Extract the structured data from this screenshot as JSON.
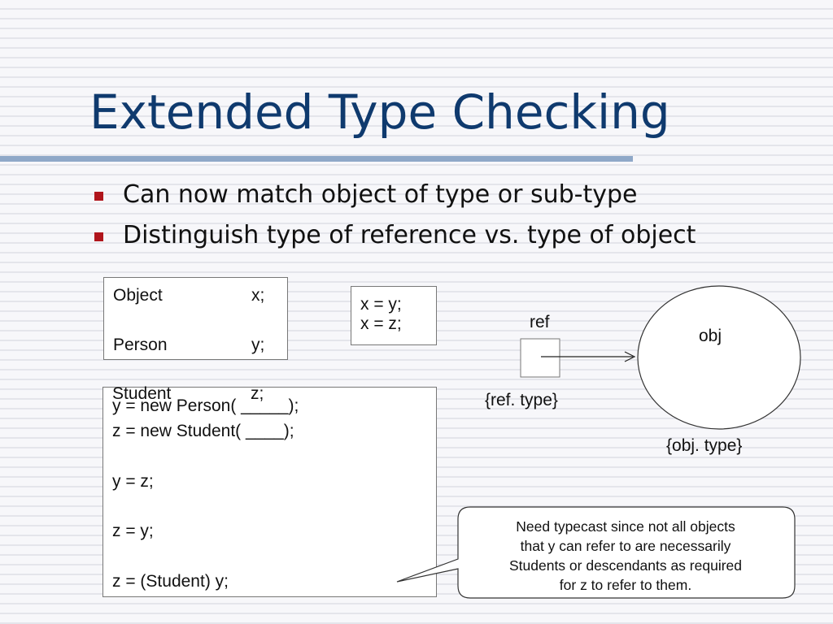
{
  "title": "Extended Type Checking",
  "bullets": [
    "Can now match object of type or sub-type",
    "Distinguish type of reference vs. type of object"
  ],
  "declarations": [
    {
      "type": "Object",
      "var": "x;"
    },
    {
      "type": "Person",
      "var": "y;"
    },
    {
      "type": "Student",
      "var": "z;"
    }
  ],
  "assign_box": [
    "x = y;",
    "x = z;"
  ],
  "code_box": [
    "y = new Person( _____);",
    "z = new Student( ____);",
    "",
    "y = z;",
    "",
    "z = y;",
    "",
    "z = (Student) y;"
  ],
  "diagram": {
    "ref_label": "ref",
    "ref_type": "{ref. type}",
    "obj_label": "obj",
    "obj_type": "{obj. type}"
  },
  "callout": {
    "lines": [
      "Need typecast since not all objects",
      "that y can refer to are necessarily",
      "Students or descendants as required",
      "for z to refer to them."
    ]
  }
}
